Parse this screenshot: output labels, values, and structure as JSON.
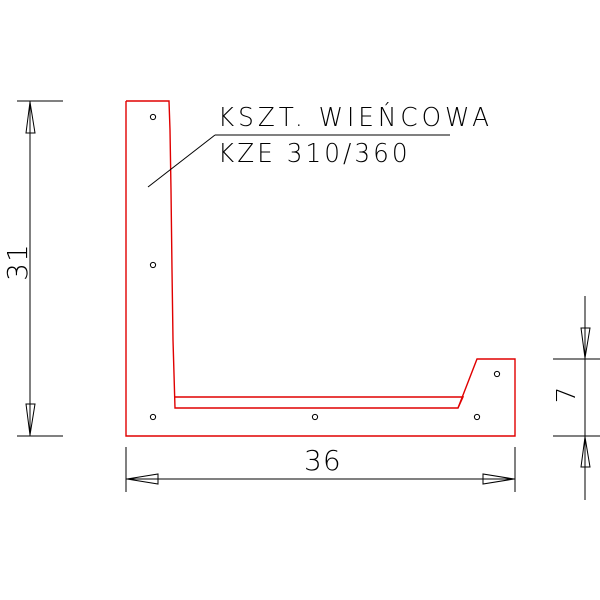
{
  "drawing": {
    "title": {
      "line1": "KSZT. WIEŃCOWA",
      "line2": "KZE 310/360"
    },
    "dimensions": {
      "height_label": "31",
      "width_label": "36",
      "foot_height_label": "7"
    },
    "colors": {
      "outline": "#e00000",
      "dimension": "#000000",
      "holes": "#000000",
      "background": "#ffffff"
    },
    "hole_count": 6
  }
}
